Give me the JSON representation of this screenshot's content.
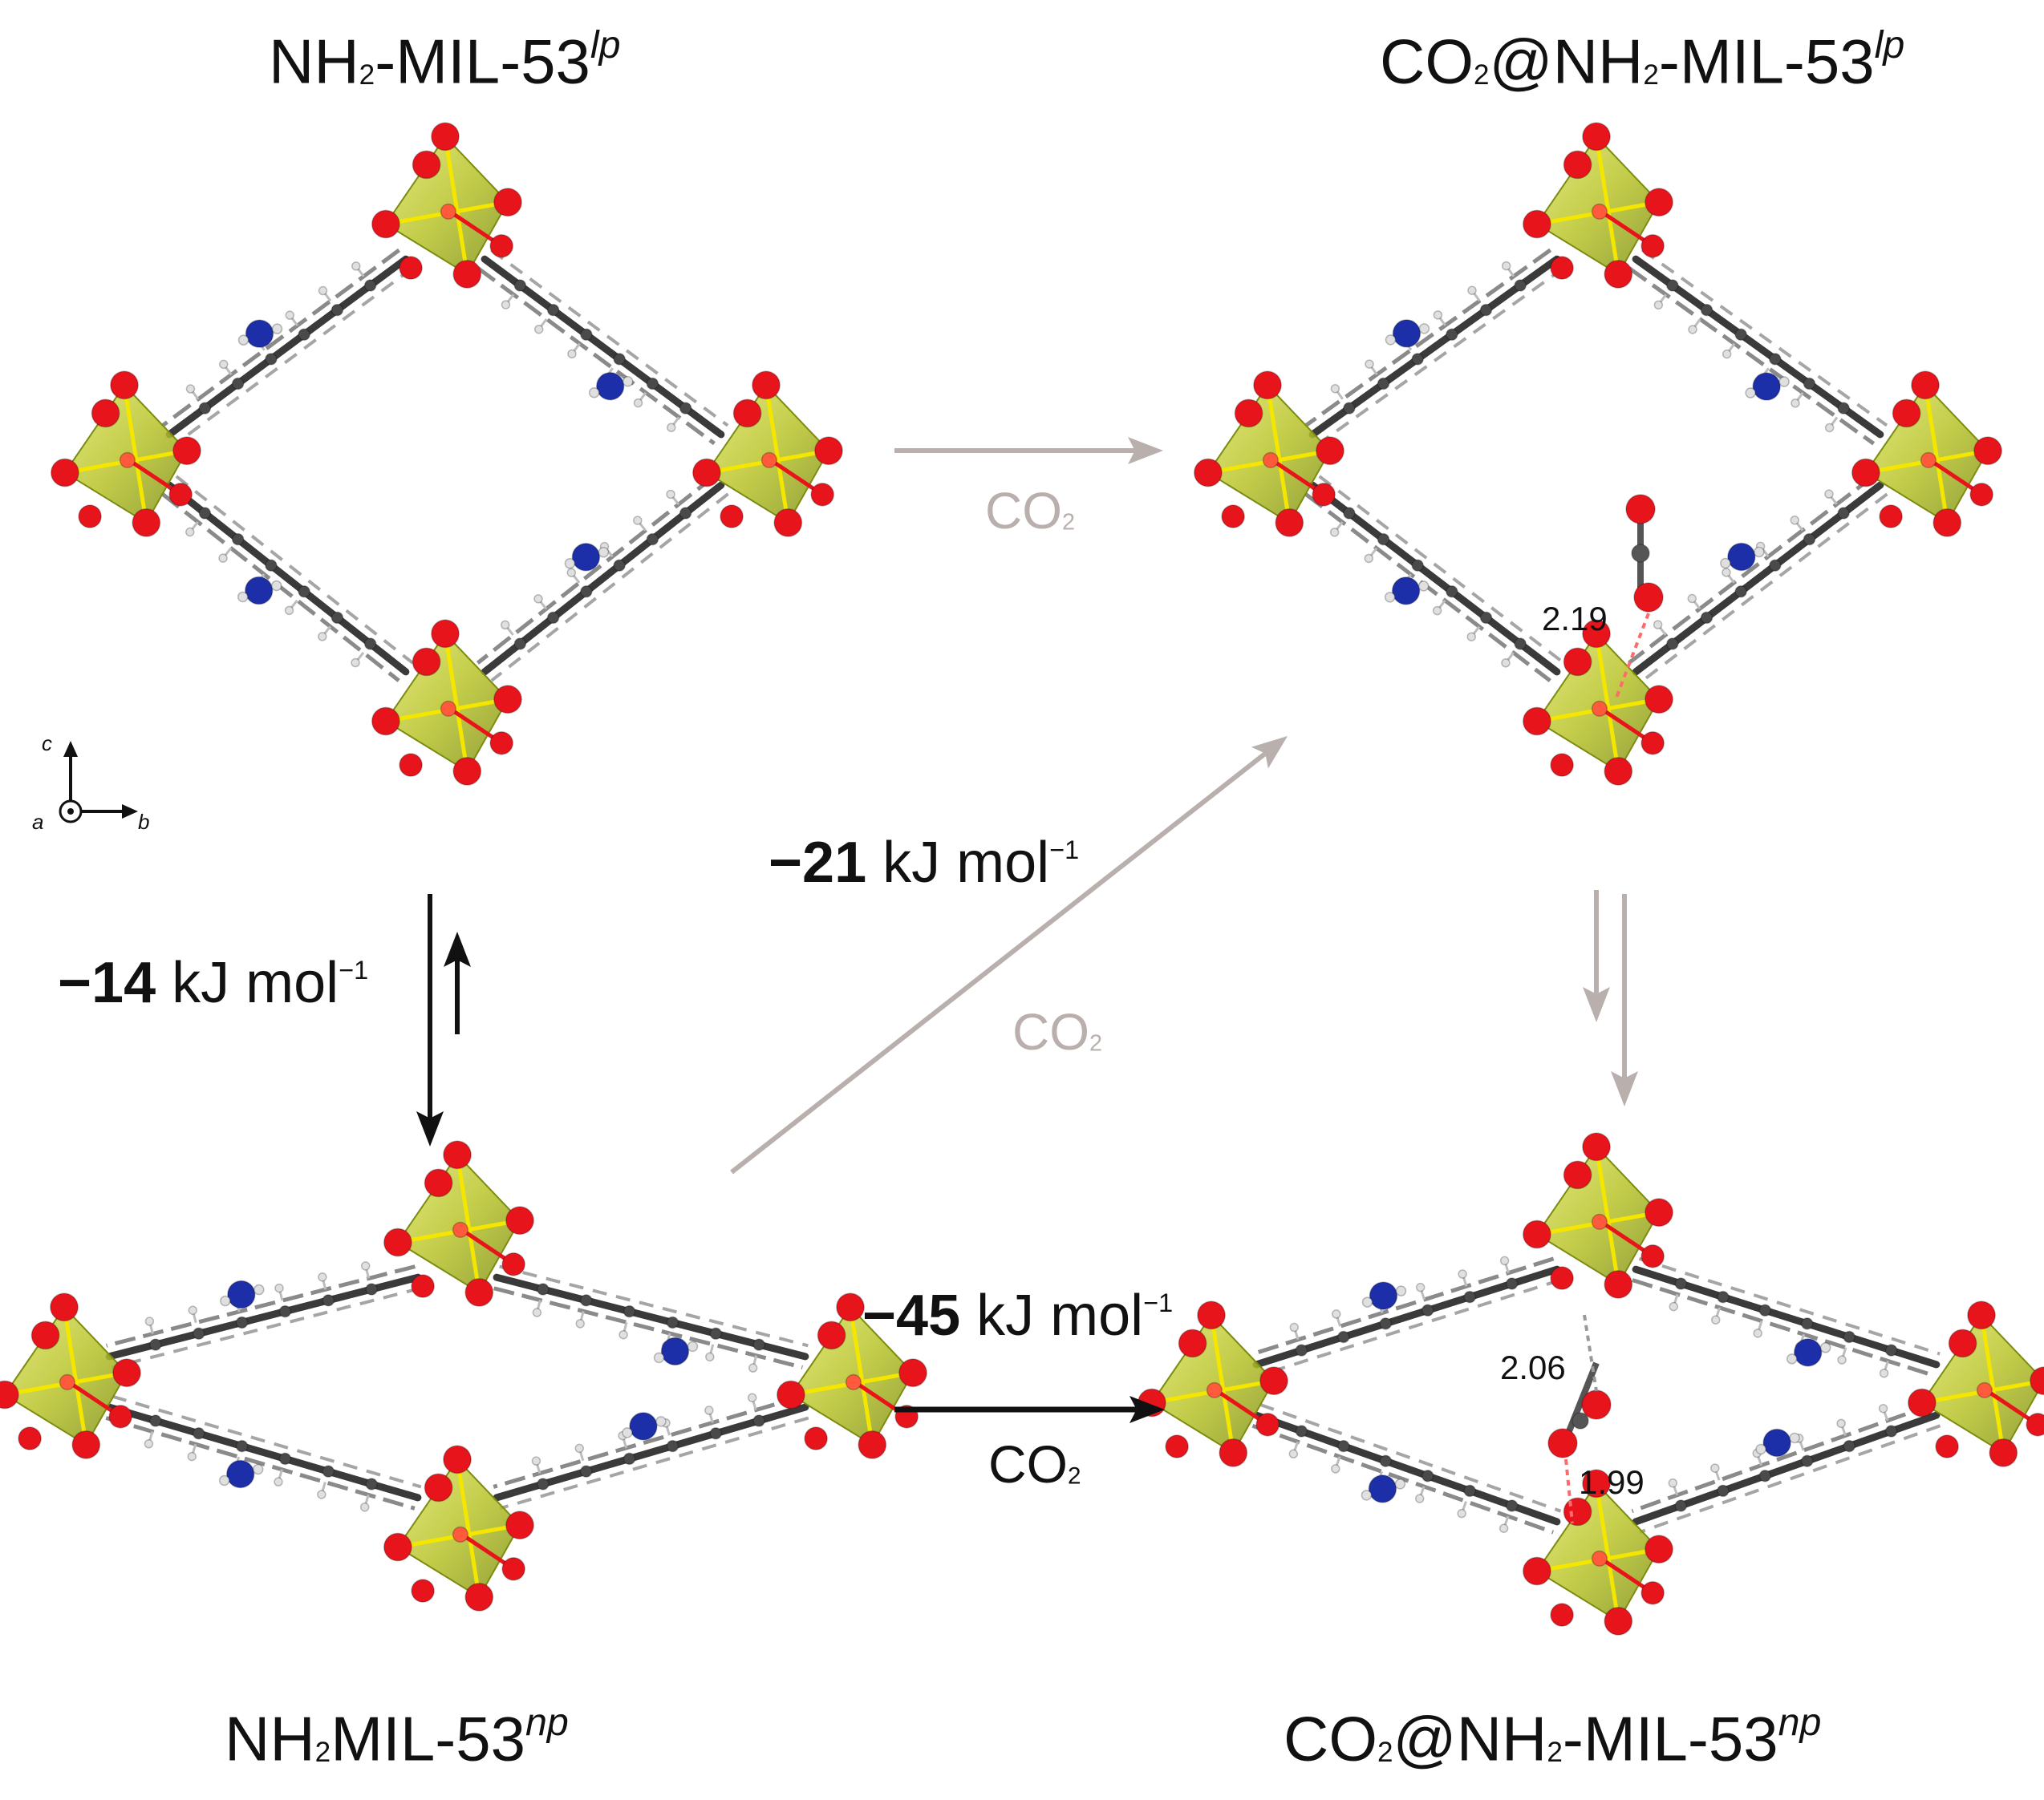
{
  "panels": {
    "top_left": {
      "title_main": "NH",
      "title_sub": "2",
      "title_rest": "-MIL-53",
      "title_sup": "lp"
    },
    "top_right": {
      "title_main": "CO",
      "title_sub": "2",
      "title_mid": "@NH",
      "title_sub2": "2",
      "title_rest": "-MIL-53",
      "title_sup": "lp"
    },
    "bottom_left": {
      "title_main": "NH",
      "title_sub": "2",
      "title_rest": "MIL-53",
      "title_sup": "np"
    },
    "bottom_right": {
      "title_main": "CO",
      "title_sub": "2",
      "title_mid": "@NH",
      "title_sub2": "2",
      "title_rest": "-MIL-53",
      "title_sup": "np"
    }
  },
  "transitions": {
    "lp_to_co2lp": {
      "label": "CO",
      "label_sub": "2",
      "color": "#b9b0ad"
    },
    "np_to_co2lp": {
      "energy_value": "−21",
      "energy_unit": "kJ mol",
      "energy_exp": "−1",
      "label": "CO",
      "label_sub": "2",
      "color": "#b9b0ad"
    },
    "lp_np_equilibrium": {
      "energy_value": "−14",
      "energy_unit": "kJ mol",
      "energy_exp": "−1",
      "color": "#111111"
    },
    "co2lp_co2np_equilibrium": {
      "color": "#b9b0ad"
    },
    "np_to_co2np": {
      "energy_value": "−45",
      "energy_unit": "kJ mol",
      "energy_exp": "−1",
      "label": "CO",
      "label_sub": "2",
      "color": "#111111"
    }
  },
  "distances": {
    "lp_hbond": "2.19",
    "np_hbond_upper": "2.06",
    "np_hbond_lower": "1.99"
  },
  "axes": {
    "c": "c",
    "a": "a",
    "b": "b"
  },
  "colors": {
    "oxygen": "#e8141c",
    "nitrogen": "#1c2fa8",
    "octahedron": "#b9c42a",
    "carbon": "#3a3a3a",
    "hydrogen": "#bdbdbd"
  }
}
